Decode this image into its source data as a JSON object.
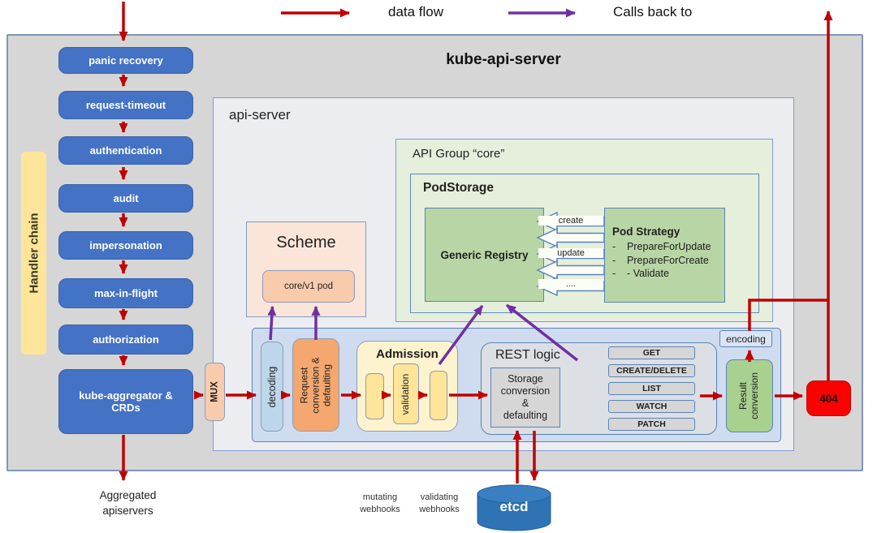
{
  "colors": {
    "data_flow_red": "#c00000",
    "calls_back_purple": "#7030a0",
    "handler_blue": "#4472c4",
    "error_red": "#fe0000",
    "etcd_blue": "#2e74b5",
    "handler_chain_yellow": "#ffe599"
  },
  "legend": {
    "data_flow_label": "data flow",
    "calls_back_label": "Calls back to"
  },
  "header": {
    "title": "kube-api-server"
  },
  "handler_chain": {
    "label": "Handler chain",
    "items": [
      {
        "label": "panic recovery"
      },
      {
        "label": "request-timeout"
      },
      {
        "label": "authentication"
      },
      {
        "label": "audit"
      },
      {
        "label": "impersonation"
      },
      {
        "label": "max-in-flight"
      },
      {
        "label": "authorization"
      },
      {
        "label": "kube-aggregator &\nCRDs"
      }
    ],
    "output_label": "Aggregated\napiservers"
  },
  "api_server": {
    "label": "api-server",
    "scheme": {
      "title": "Scheme",
      "item_label": "core/v1 pod"
    },
    "api_group": {
      "title": "API Group “core”",
      "pod_storage": {
        "title": "PodStorage",
        "generic_registry_label": "Generic Registry",
        "call_labels": [
          "create",
          "update",
          "...."
        ],
        "pod_strategy": {
          "title": "Pod Strategy",
          "items": [
            "-    PrepareForUpdate",
            "-    PrepareForCreate",
            "-    - Validate"
          ]
        }
      }
    },
    "pipeline": {
      "mux_label": "MUX",
      "decoding_label": "decoding",
      "request_conversion_label": "Request\nconversion &\ndefaulting",
      "admission": {
        "title": "Admission",
        "validation_label": "validation"
      },
      "rest_logic": {
        "title": "REST logic",
        "storage_label": "Storage\nconversion\n&\ndefaulting",
        "verbs": [
          "GET",
          "CREATE/DELETE",
          "LIST",
          "WATCH",
          "PATCH"
        ]
      },
      "encoding_label": "encoding",
      "result_conversion_label": "Result\nconversion"
    }
  },
  "error_box": {
    "label": "404"
  },
  "etcd": {
    "label": "etcd"
  },
  "webhooks": {
    "mutating_label": "mutating\nwebhooks",
    "validating_label": "validating\nwebhooks"
  }
}
